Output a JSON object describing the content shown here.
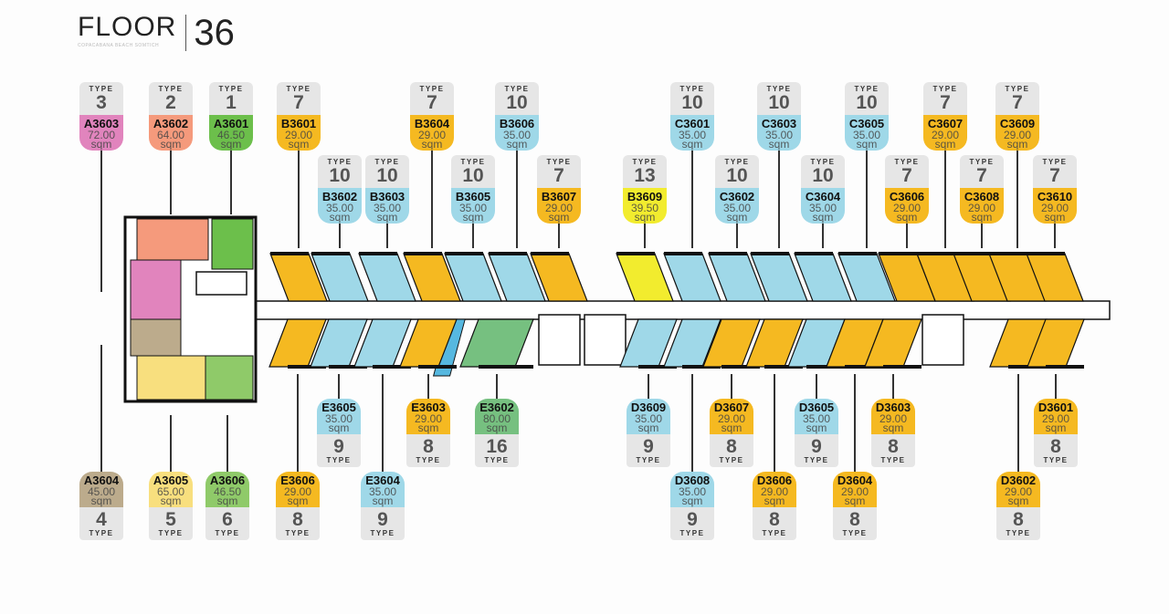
{
  "header": {
    "title": "FLOOR",
    "number": "36",
    "subtitle": "COPACABANA BEACH SOMTICH"
  },
  "type_label": "TYPE",
  "colors": {
    "corridor": "#ffffff",
    "wall": "#111111",
    "type_bg": "#e6e6e6"
  },
  "units": [
    {
      "code": "A3603",
      "type": "3",
      "area": "72.00",
      "unit": "sqm",
      "color": "#e184bd"
    },
    {
      "code": "A3602",
      "type": "2",
      "area": "64.00",
      "unit": "sqm",
      "color": "#f59a7c"
    },
    {
      "code": "A3601",
      "type": "1",
      "area": "46.50",
      "unit": "sqm",
      "color": "#6cbf4b"
    },
    {
      "code": "B3601",
      "type": "7",
      "area": "29.00",
      "unit": "sqm",
      "color": "#f5b921"
    },
    {
      "code": "B3602",
      "type": "10",
      "area": "35.00",
      "unit": "sqm",
      "color": "#9fd8e8"
    },
    {
      "code": "B3603",
      "type": "10",
      "area": "35.00",
      "unit": "sqm",
      "color": "#9fd8e8"
    },
    {
      "code": "B3604",
      "type": "7",
      "area": "29.00",
      "unit": "sqm",
      "color": "#f5b921"
    },
    {
      "code": "B3605",
      "type": "10",
      "area": "35.00",
      "unit": "sqm",
      "color": "#9fd8e8"
    },
    {
      "code": "B3606",
      "type": "10",
      "area": "35.00",
      "unit": "sqm",
      "color": "#9fd8e8"
    },
    {
      "code": "B3607",
      "type": "7",
      "area": "29.00",
      "unit": "sqm",
      "color": "#f5b921"
    },
    {
      "code": "B3609",
      "type": "13",
      "area": "39.50",
      "unit": "sqm",
      "color": "#f2ec2e"
    },
    {
      "code": "C3601",
      "type": "10",
      "area": "35.00",
      "unit": "sqm",
      "color": "#9fd8e8"
    },
    {
      "code": "C3602",
      "type": "10",
      "area": "35.00",
      "unit": "sqm",
      "color": "#9fd8e8"
    },
    {
      "code": "C3603",
      "type": "10",
      "area": "35.00",
      "unit": "sqm",
      "color": "#9fd8e8"
    },
    {
      "code": "C3604",
      "type": "10",
      "area": "35.00",
      "unit": "sqm",
      "color": "#9fd8e8"
    },
    {
      "code": "C3605",
      "type": "10",
      "area": "35.00",
      "unit": "sqm",
      "color": "#9fd8e8"
    },
    {
      "code": "C3606",
      "type": "7",
      "area": "29.00",
      "unit": "sqm",
      "color": "#f5b921"
    },
    {
      "code": "C3607",
      "type": "7",
      "area": "29.00",
      "unit": "sqm",
      "color": "#f5b921"
    },
    {
      "code": "C3608",
      "type": "7",
      "area": "29.00",
      "unit": "sqm",
      "color": "#f5b921"
    },
    {
      "code": "C3609",
      "type": "7",
      "area": "29.00",
      "unit": "sqm",
      "color": "#f5b921"
    },
    {
      "code": "C3610",
      "type": "7",
      "area": "29.00",
      "unit": "sqm",
      "color": "#f5b921"
    },
    {
      "code": "A3604",
      "type": "4",
      "area": "45.00",
      "unit": "sqm",
      "color": "#bcab8c"
    },
    {
      "code": "A3605",
      "type": "5",
      "area": "65.00",
      "unit": "sqm",
      "color": "#f8df7e"
    },
    {
      "code": "A3606",
      "type": "6",
      "area": "46.50",
      "unit": "sqm",
      "color": "#8fca69"
    },
    {
      "code": "E3606",
      "type": "8",
      "area": "29.00",
      "unit": "sqm",
      "color": "#f5b921"
    },
    {
      "code": "E3605",
      "type": "9",
      "area": "35.00",
      "unit": "sqm",
      "color": "#9fd8e8"
    },
    {
      "code": "E3604",
      "type": "9",
      "area": "35.00",
      "unit": "sqm",
      "color": "#9fd8e8"
    },
    {
      "code": "E3603",
      "type": "8",
      "area": "29.00",
      "unit": "sqm",
      "color": "#f5b921"
    },
    {
      "code": "E3602",
      "type": "16",
      "area": "80.00",
      "unit": "sqm",
      "color": "#76c080"
    },
    {
      "code": "D3609",
      "type": "9",
      "area": "35.00",
      "unit": "sqm",
      "color": "#9fd8e8"
    },
    {
      "code": "D3608",
      "type": "9",
      "area": "35.00",
      "unit": "sqm",
      "color": "#9fd8e8"
    },
    {
      "code": "D3607",
      "type": "8",
      "area": "29.00",
      "unit": "sqm",
      "color": "#f5b921"
    },
    {
      "code": "D3606",
      "type": "8",
      "area": "29.00",
      "unit": "sqm",
      "color": "#f5b921"
    },
    {
      "code": "D3605",
      "type": "9",
      "area": "35.00",
      "unit": "sqm",
      "color": "#9fd8e8"
    },
    {
      "code": "D3604",
      "type": "8",
      "area": "29.00",
      "unit": "sqm",
      "color": "#f5b921"
    },
    {
      "code": "D3603",
      "type": "8",
      "area": "29.00",
      "unit": "sqm",
      "color": "#f5b921"
    },
    {
      "code": "D3602",
      "type": "8",
      "area": "29.00",
      "unit": "sqm",
      "color": "#f5b921"
    },
    {
      "code": "D3601",
      "type": "8",
      "area": "29.00",
      "unit": "sqm",
      "color": "#f5b921"
    }
  ]
}
